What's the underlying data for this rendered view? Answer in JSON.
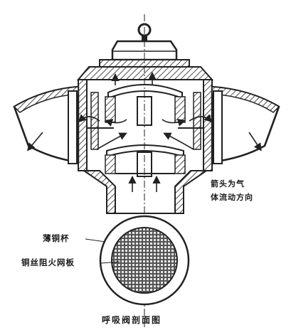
{
  "labels": {
    "caption": "呼吸阀剖面图",
    "flow_note_line1": "箭头为气",
    "flow_note_line2": "体流动方向",
    "copper_ring": "薄铜杯",
    "flame_mesh": "铜丝阻火网板"
  }
}
